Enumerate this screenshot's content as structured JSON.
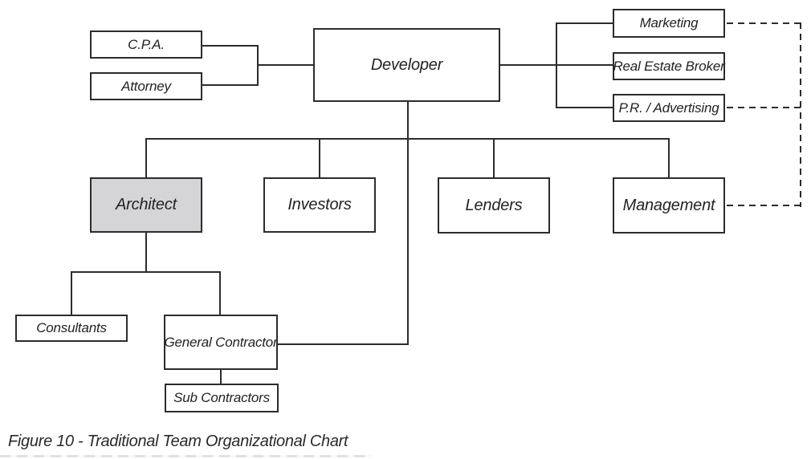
{
  "diagram": {
    "caption": "Figure 10 - Traditional Team Organizational Chart",
    "nodes": {
      "cpa": {
        "label": "C.P.A.",
        "highlighted": false
      },
      "attorney": {
        "label": "Attorney",
        "highlighted": false
      },
      "developer": {
        "label": "Developer",
        "highlighted": false
      },
      "marketing": {
        "label": "Marketing",
        "highlighted": false
      },
      "real_estate_broker": {
        "label": "Real Estate Broker",
        "highlighted": false
      },
      "pr_advertising": {
        "label": "P.R. / Advertising",
        "highlighted": false
      },
      "architect": {
        "label": "Architect",
        "highlighted": true
      },
      "investors": {
        "label": "Investors",
        "highlighted": false
      },
      "lenders": {
        "label": "Lenders",
        "highlighted": false
      },
      "management": {
        "label": "Management",
        "highlighted": false
      },
      "consultants": {
        "label": "Consultants",
        "highlighted": false
      },
      "general_contractor": {
        "label": "General Contractor",
        "highlighted": false
      },
      "sub_contractors": {
        "label": "Sub Contractors",
        "highlighted": false
      }
    },
    "edges": [
      {
        "from": "developer",
        "to": "cpa",
        "style": "solid"
      },
      {
        "from": "developer",
        "to": "attorney",
        "style": "solid"
      },
      {
        "from": "developer",
        "to": "marketing",
        "style": "solid"
      },
      {
        "from": "developer",
        "to": "real_estate_broker",
        "style": "solid"
      },
      {
        "from": "developer",
        "to": "pr_advertising",
        "style": "solid"
      },
      {
        "from": "developer",
        "to": "architect",
        "style": "solid"
      },
      {
        "from": "developer",
        "to": "investors",
        "style": "solid"
      },
      {
        "from": "developer",
        "to": "lenders",
        "style": "solid"
      },
      {
        "from": "developer",
        "to": "management",
        "style": "solid"
      },
      {
        "from": "developer",
        "to": "general_contractor",
        "style": "solid"
      },
      {
        "from": "architect",
        "to": "consultants",
        "style": "solid"
      },
      {
        "from": "architect",
        "to": "general_contractor",
        "style": "solid"
      },
      {
        "from": "general_contractor",
        "to": "sub_contractors",
        "style": "solid"
      },
      {
        "from": "marketing",
        "to": "management",
        "style": "dashed"
      },
      {
        "from": "pr_advertising",
        "to": "management",
        "style": "dashed"
      }
    ],
    "colors": {
      "line": "#2c2c2c",
      "box_border": "#2c2c2c",
      "box_fill": "#ffffff",
      "highlight_fill": "#d5d5d8",
      "text": "#232323",
      "background": "#ffffff"
    }
  }
}
